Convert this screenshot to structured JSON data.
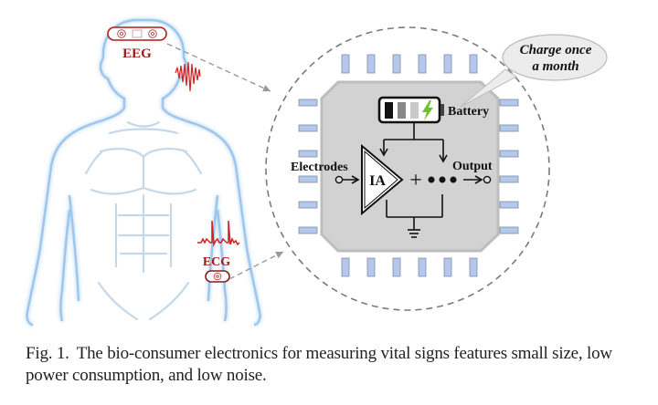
{
  "figure": {
    "body_labels": {
      "eeg": "EEG",
      "ecg": "ECG"
    },
    "chip": {
      "amplifier_label": "IA",
      "input_label": "Electrodes",
      "output_label": "Output",
      "battery_label": "Battery",
      "summing_symbol": "+",
      "callout_line1": "Charge once",
      "callout_line2": "a month",
      "pins_per_side": 6
    },
    "colors": {
      "signal_red": "#d42020",
      "label_dark_red": "#a01818",
      "body_outline": "#9cc6ec",
      "chip_fill": "#d2d2d2",
      "pin_fill": "#b4c8ec",
      "battery_bolt": "#6cc22c",
      "dash_gray": "#8a8a8a"
    }
  },
  "caption": {
    "label": "Fig. 1.",
    "text": "The bio-consumer electronics for measuring vital signs features small size, low power consumption, and low noise."
  }
}
